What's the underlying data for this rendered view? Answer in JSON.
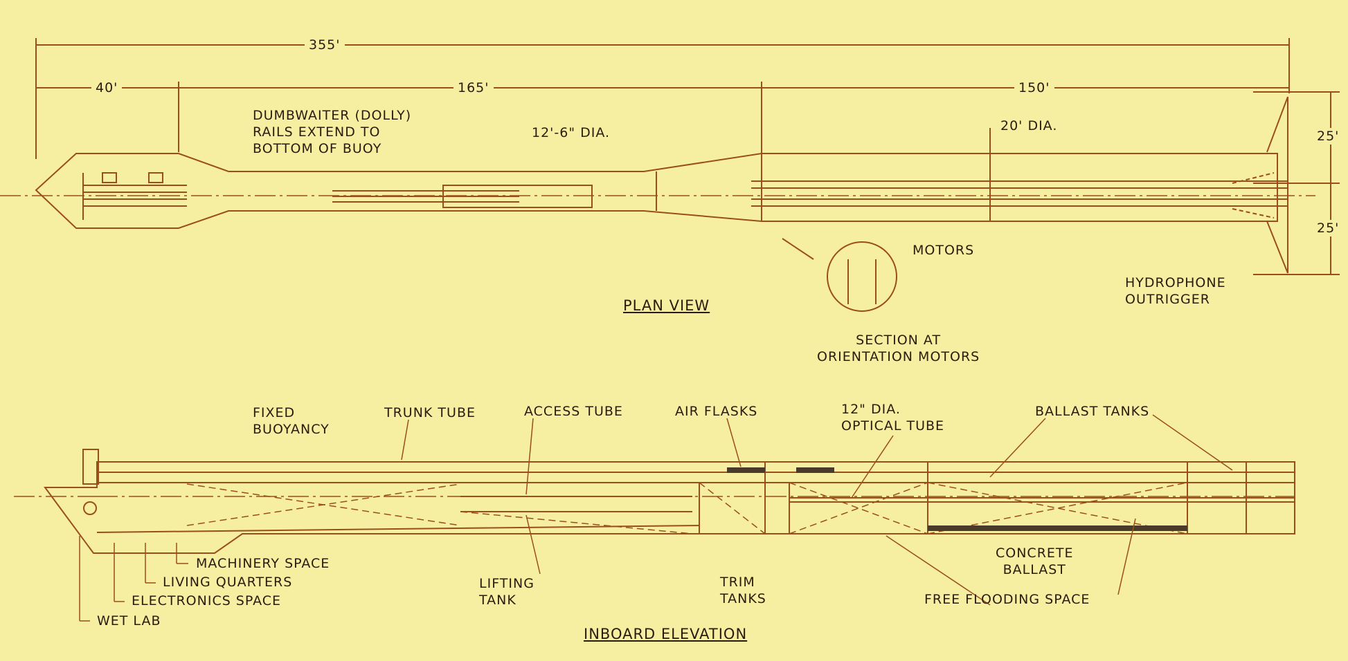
{
  "colors": {
    "background": "#f6efa2",
    "line": "#9a4e1a",
    "text": "#2b1b0c"
  },
  "plan_view": {
    "title": "PLAN VIEW",
    "dims": {
      "overall": "355'",
      "bow": "40'",
      "mid": "165'",
      "aft": "150'",
      "half_top": "25'",
      "half_bottom": "25'"
    },
    "labels": {
      "dumbwaiter": [
        "DUMBWAITER (DOLLY)",
        "RAILS EXTEND TO",
        "BOTTOM OF BUOY"
      ],
      "dia_small": "12'-6\" DIA.",
      "dia_large": "20' DIA.",
      "motors": "MOTORS",
      "section": [
        "SECTION AT",
        "ORIENTATION MOTORS"
      ],
      "hydrophone": [
        "HYDROPHONE",
        "OUTRIGGER"
      ]
    }
  },
  "inboard_elevation": {
    "title": "INBOARD ELEVATION",
    "labels": {
      "fixed_buoyancy": [
        "FIXED",
        "BUOYANCY"
      ],
      "trunk_tube": "TRUNK TUBE",
      "access_tube": "ACCESS TUBE",
      "air_flasks": "AIR FLASKS",
      "optical_tube": [
        "12\" DIA.",
        "OPTICAL TUBE"
      ],
      "ballast_tanks": "BALLAST TANKS",
      "machinery_space": "MACHINERY SPACE",
      "living_quarters": "LIVING QUARTERS",
      "electronics_space": "ELECTRONICS SPACE",
      "wet_lab": "WET LAB",
      "lifting_tank": [
        "LIFTING",
        "TANK"
      ],
      "trim_tanks": [
        "TRIM",
        "TANKS"
      ],
      "concrete_ballast": [
        "CONCRETE",
        "BALLAST"
      ],
      "free_flooding": "FREE FLOODING SPACE"
    }
  }
}
